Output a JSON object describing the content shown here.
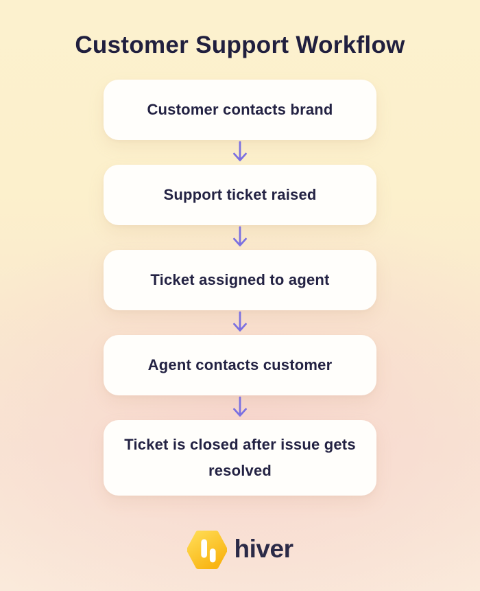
{
  "title": "Customer Support Workflow",
  "flow": {
    "steps": [
      {
        "label": "Customer contacts brand"
      },
      {
        "label": "Support ticket raised"
      },
      {
        "label": "Ticket assigned to agent"
      },
      {
        "label": "Agent contacts customer"
      },
      {
        "label": "Ticket is closed after issue gets resolved"
      }
    ],
    "connector_icon": "down-arrow-icon"
  },
  "footer": {
    "brand_name": "hiver",
    "logo_icon": "hiver-hexagon-logo-icon"
  },
  "colors": {
    "background_cream": "#FCF1CE",
    "background_pink_glow": "#F7D5CE",
    "card_background": "#FFFEFB",
    "text_dark_navy": "#232243",
    "arrow_purple": "#7B70E1",
    "logo_yellow_light": "#FFDC55",
    "logo_yellow_dark": "#F9B513"
  }
}
